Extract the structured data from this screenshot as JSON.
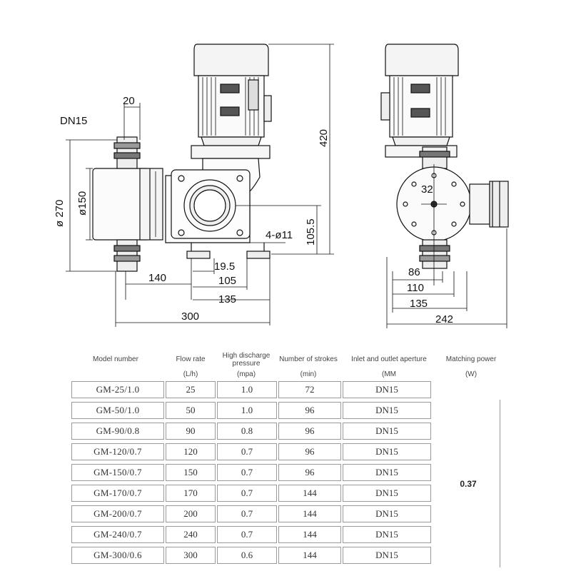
{
  "drawing": {
    "labels": {
      "dn15": "DN15",
      "d20": "20",
      "d270": "ø 270",
      "d150": "ø150",
      "d420": "420",
      "d105_5": "105.5",
      "holes": "4-ø11",
      "d140": "140",
      "d19_5": "19.5",
      "d105": "105",
      "d135": "135",
      "d300": "300",
      "d32": "32",
      "d86": "86",
      "d110": "110",
      "d135b": "135",
      "d242": "242"
    }
  },
  "table": {
    "headers": {
      "model": "Model number",
      "flow": "Flow rate",
      "pressure_l1": "High discharge",
      "pressure_l2": "pressure",
      "strokes": "Number of strokes",
      "aperture": "Inlet and outlet aperture",
      "power": "Matching power"
    },
    "units": {
      "flow": "(L/h)",
      "pressure": "(mpa)",
      "strokes": "(min)",
      "aperture": "(MM",
      "power": "(W)"
    },
    "rows": [
      {
        "model": "GM-25/1.0",
        "flow": "25",
        "pressure": "1.0",
        "strokes": "72",
        "aperture": "DN15"
      },
      {
        "model": "GM-50/1.0",
        "flow": "50",
        "pressure": "1.0",
        "strokes": "96",
        "aperture": "DN15"
      },
      {
        "model": "GM-90/0.8",
        "flow": "90",
        "pressure": "0.8",
        "strokes": "96",
        "aperture": "DN15"
      },
      {
        "model": "GM-120/0.7",
        "flow": "120",
        "pressure": "0.7",
        "strokes": "96",
        "aperture": "DN15"
      },
      {
        "model": "GM-150/0.7",
        "flow": "150",
        "pressure": "0.7",
        "strokes": "96",
        "aperture": "DN15"
      },
      {
        "model": "GM-170/0.7",
        "flow": "170",
        "pressure": "0.7",
        "strokes": "144",
        "aperture": "DN15"
      },
      {
        "model": "GM-200/0.7",
        "flow": "200",
        "pressure": "0.7",
        "strokes": "144",
        "aperture": "DN15"
      },
      {
        "model": "GM-240/0.7",
        "flow": "240",
        "pressure": "0.7",
        "strokes": "144",
        "aperture": "DN15"
      },
      {
        "model": "GM-300/0.6",
        "flow": "300",
        "pressure": "0.6",
        "strokes": "144",
        "aperture": "DN15"
      }
    ],
    "power_value": "0.37"
  }
}
